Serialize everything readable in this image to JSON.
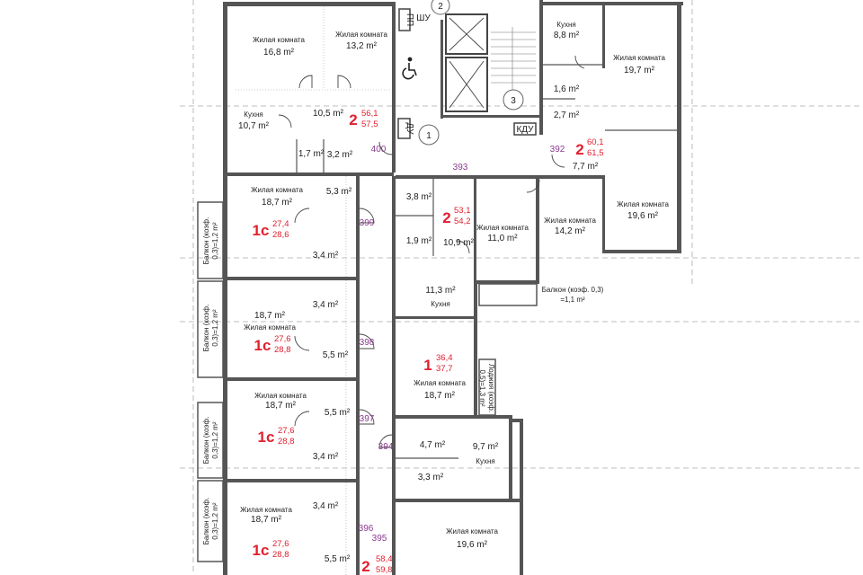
{
  "plan": {
    "accent_color": "#e0202f",
    "door_number_color": "#8a3b8f",
    "rooms": [
      {
        "name": "Жилая комната",
        "area": "16,8 m²"
      },
      {
        "name": "Жилая комната",
        "area": "13,2 m²"
      },
      {
        "name": "",
        "area": "10,5 m²"
      },
      {
        "name": "Кухня",
        "area": "10,7 m²"
      },
      {
        "name": "",
        "area": "1,7 m²"
      },
      {
        "name": "",
        "area": "3,2 m²"
      },
      {
        "name": "Жилая комната",
        "area": "18,7 m²"
      },
      {
        "name": "",
        "area": "5,3 m²"
      },
      {
        "name": "",
        "area": "3,4 m²"
      },
      {
        "name": "",
        "area": "3,4 m²"
      },
      {
        "name": "Жилая комната",
        "area": "18,7 m²"
      },
      {
        "name": "",
        "area": "5,5 m²"
      },
      {
        "name": "Жилая комната",
        "area": "18,7 m²"
      },
      {
        "name": "",
        "area": "5,5 m²"
      },
      {
        "name": "",
        "area": "3,4 m²"
      },
      {
        "name": "",
        "area": "3,4 m²"
      },
      {
        "name": "Жилая комната",
        "area": "18,7 m²"
      },
      {
        "name": "",
        "area": "5,5 m²"
      },
      {
        "name": "",
        "area": "3,8 m²"
      },
      {
        "name": "",
        "area": "1,9 m²"
      },
      {
        "name": "",
        "area": "10,9 m²"
      },
      {
        "name": "Жилая комната",
        "area": "11,0 m²"
      },
      {
        "name": "Кухня",
        "area": "11,3 m²"
      },
      {
        "name": "Жилая комната",
        "area": "18,7 m²"
      },
      {
        "name": "",
        "area": "4,7 m²"
      },
      {
        "name": "Кухня",
        "area": "9,7 m²"
      },
      {
        "name": "",
        "area": "3,3 m²"
      },
      {
        "name": "Жилая комната",
        "area": "19,6 m²"
      },
      {
        "name": "Кухня",
        "area": "8,8 m²"
      },
      {
        "name": "Жилая комната",
        "area": "19,7 m²"
      },
      {
        "name": "",
        "area": "1,6 m²"
      },
      {
        "name": "",
        "area": "2,7 m²"
      },
      {
        "name": "",
        "area": "7,7 m²"
      },
      {
        "name": "Жилая комната",
        "area": "14,2 m²"
      },
      {
        "name": "Жилая комната",
        "area": "19,6 m²"
      }
    ],
    "balconies": [
      {
        "line1": "Балкон (коэф. 0,3)",
        "line2": "=1,1 m²"
      },
      {
        "line1": "Балкон (коэф.",
        "line2": "0,3)=1,2 m²"
      },
      {
        "line1": "Балкон (коэф.",
        "line2": "0,3)=1,2 m²"
      },
      {
        "line1": "Балкон (коэф.",
        "line2": "0,3)=1,2 m²"
      },
      {
        "line1": "Балкон (коэф.",
        "line2": "0,3)=1,2 m²"
      },
      {
        "line1": "Лоджия (коэф.",
        "line2": "0,5)=1,3 m²"
      }
    ],
    "apartments": [
      {
        "rooms": "2",
        "area_living": "56,1",
        "area_total": "57,5"
      },
      {
        "rooms": "1с",
        "area_living": "27,4",
        "area_total": "28,6"
      },
      {
        "rooms": "1с",
        "area_living": "27,6",
        "area_total": "28,8"
      },
      {
        "rooms": "1с",
        "area_living": "27,6",
        "area_total": "28,8"
      },
      {
        "rooms": "1с",
        "area_living": "27,6",
        "area_total": "28,8"
      },
      {
        "rooms": "2",
        "area_living": "53,1",
        "area_total": "54,2"
      },
      {
        "rooms": "2",
        "area_living": "60,1",
        "area_total": "61,5"
      },
      {
        "rooms": "1",
        "area_living": "36,4",
        "area_total": "37,7"
      },
      {
        "rooms": "2",
        "area_living": "58,4",
        "area_total": "59,8"
      }
    ],
    "door_numbers": [
      "400",
      "393",
      "392",
      "399",
      "398",
      "397",
      "394",
      "396",
      "395"
    ],
    "markers": [
      "2",
      "1",
      "3"
    ],
    "shafts": {
      "shu": "ШУ",
      "du": "ДУ",
      "kdu": "КДУ",
      "pp": "ПП"
    },
    "icons": [
      "wheelchair-icon"
    ]
  }
}
